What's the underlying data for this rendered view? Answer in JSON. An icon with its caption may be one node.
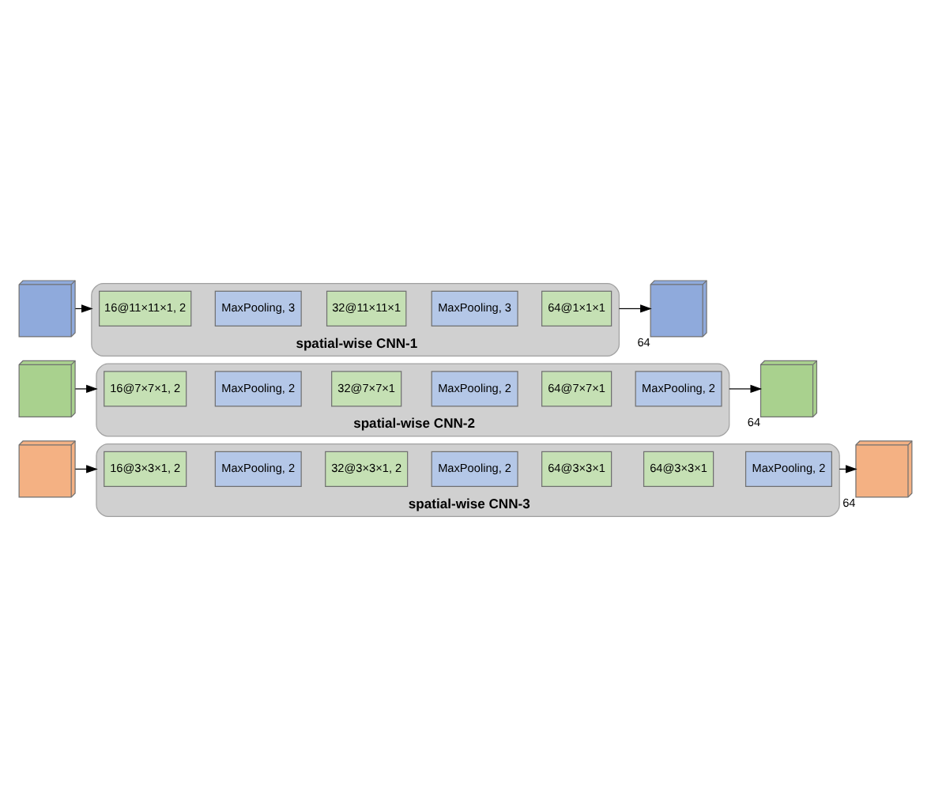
{
  "diagram": {
    "nodes": [
      {
        "text": [],
        "shape": "picture"
      },
      {
        "text": [
          "spatial-wise CNN-1"
        ]
      },
      {
        "text": [
          "16@11×11×1, 2"
        ],
        "in": 1
      },
      {
        "text": [
          "MaxPooling, 3"
        ],
        "in": 1
      },
      {
        "text": [
          "32@11×11×1"
        ],
        "in": 1
      },
      {
        "text": [
          "MaxPooling, 3"
        ],
        "in": 1
      },
      {
        "text": [
          "64@1×1×1"
        ],
        "in": 1
      },
      {
        "text": [],
        "shape": "picture",
        "beside": [
          "64"
        ]
      },
      {
        "text": [],
        "shape": "picture"
      },
      {
        "text": [
          "spatial-wise CNN-2"
        ]
      },
      {
        "text": [
          "16@7×7×1, 2"
        ],
        "in": 9
      },
      {
        "text": [
          "MaxPooling, 2"
        ],
        "in": 9
      },
      {
        "text": [
          "32@7×7×1"
        ],
        "in": 9
      },
      {
        "text": [
          "MaxPooling, 2"
        ],
        "in": 9
      },
      {
        "text": [
          "64@7×7×1"
        ],
        "in": 9
      },
      {
        "text": [
          "MaxPooling, 2"
        ],
        "in": 9
      },
      {
        "text": [],
        "shape": "picture",
        "beside": [
          "64"
        ]
      },
      {
        "text": [],
        "shape": "picture"
      },
      {
        "text": [
          "spatial-wise CNN-3"
        ]
      },
      {
        "text": [
          "16@3×3×1, 2"
        ],
        "in": 18
      },
      {
        "text": [
          "MaxPooling, 2"
        ],
        "in": 18
      },
      {
        "text": [
          "32@3×3×1, 2"
        ],
        "in": 18
      },
      {
        "text": [
          "MaxPooling, 2"
        ],
        "in": 18
      },
      {
        "text": [
          "64@3×3×1"
        ],
        "in": 18
      },
      {
        "text": [
          "64@3×3×1"
        ],
        "in": 18
      },
      {
        "text": [
          "MaxPooling, 2"
        ],
        "in": 18
      },
      {
        "text": [],
        "shape": "picture",
        "beside": [
          "64"
        ]
      }
    ],
    "edges": [
      {
        "from": 0,
        "to": 1,
        "arrow": "to"
      },
      {
        "from": 1,
        "to": 7,
        "arrow": "to"
      },
      {
        "from": 8,
        "to": 9,
        "arrow": "to"
      },
      {
        "from": 9,
        "to": 16,
        "arrow": "to"
      },
      {
        "from": 17,
        "to": 18,
        "arrow": "to"
      },
      {
        "from": 18,
        "to": 26,
        "arrow": "to"
      }
    ]
  }
}
